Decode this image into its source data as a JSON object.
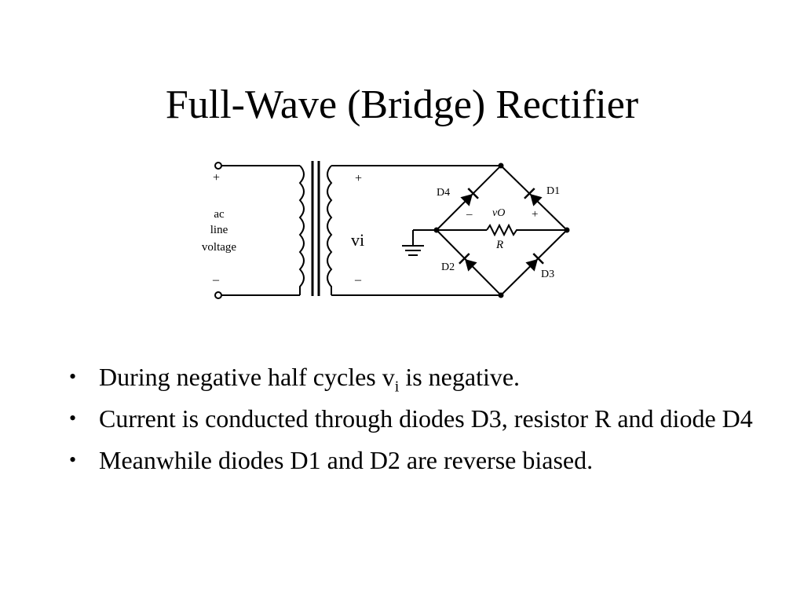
{
  "slide": {
    "title": "Full-Wave (Bridge) Rectifier"
  },
  "diagram": {
    "labels": {
      "primary_plus": "+",
      "primary_minus": "–",
      "source_line1": "ac",
      "source_line2": "line",
      "source_line3": "voltage",
      "secondary_plus": "+",
      "secondary_minus": "–",
      "vi": "vi",
      "d4": "D4",
      "d1": "D1",
      "d2": "D2",
      "d3": "D3",
      "vo_minus": "–",
      "vo": "vO",
      "vo_plus": "+",
      "resistor": "R"
    }
  },
  "bullets": [
    {
      "pre": "During negative half cycles v",
      "sub": "i",
      "post": " is negative."
    },
    {
      "pre": "Current is conducted through diodes D3, resistor R and diode D4",
      "sub": "",
      "post": ""
    },
    {
      "pre": "Meanwhile diodes D1 and D2 are reverse biased.",
      "sub": "",
      "post": ""
    }
  ]
}
